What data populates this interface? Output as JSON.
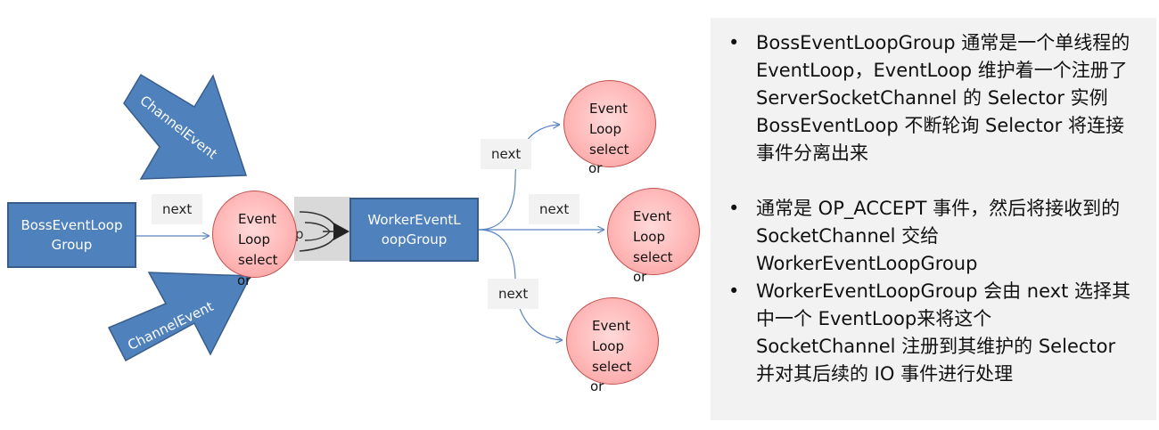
{
  "boss_box": {
    "line1": "BossEventLoop",
    "line2": "Group"
  },
  "worker_box": {
    "line1": "WorkerEventL",
    "line2": "oopGroup"
  },
  "boss_loop": {
    "label": "Event\nLoop\nselect",
    "or": "or"
  },
  "channel_event_top": "ChannelEvent",
  "channel_event_bottom": "ChannelEvent",
  "next_main": "next",
  "chevron_letter": "p",
  "worker_loops": [
    {
      "label": "Event\nLoop\nselect",
      "or": "or",
      "next": "next"
    },
    {
      "label": "Event\nLoop\nselect",
      "or": "or",
      "next": "next"
    },
    {
      "label": "Event\nLoop\nselect",
      "or": "or",
      "next": "next"
    }
  ],
  "colors": {
    "box_fill": "#4f81bd",
    "box_border": "#385d8a",
    "circle_border": "#c0504d",
    "panel_bg": "#f2f2f2"
  },
  "notes": [
    "BossEventLoopGroup 通常是一个单线程的 EventLoop，EventLoop 维护着一个注册了ServerSocketChannel 的 Selector 实例BossEventLoop 不断轮询 Selector 将连接事件分离出来",
    "通常是 OP_ACCEPT 事件，然后将接收到的 SocketChannel 交给 WorkerEventLoopGroup",
    "WorkerEventLoopGroup 会由 next 选择其中一个 EventLoop来将这个 SocketChannel 注册到其维护的 Selector 并对其后续的 IO 事件进行处理"
  ]
}
